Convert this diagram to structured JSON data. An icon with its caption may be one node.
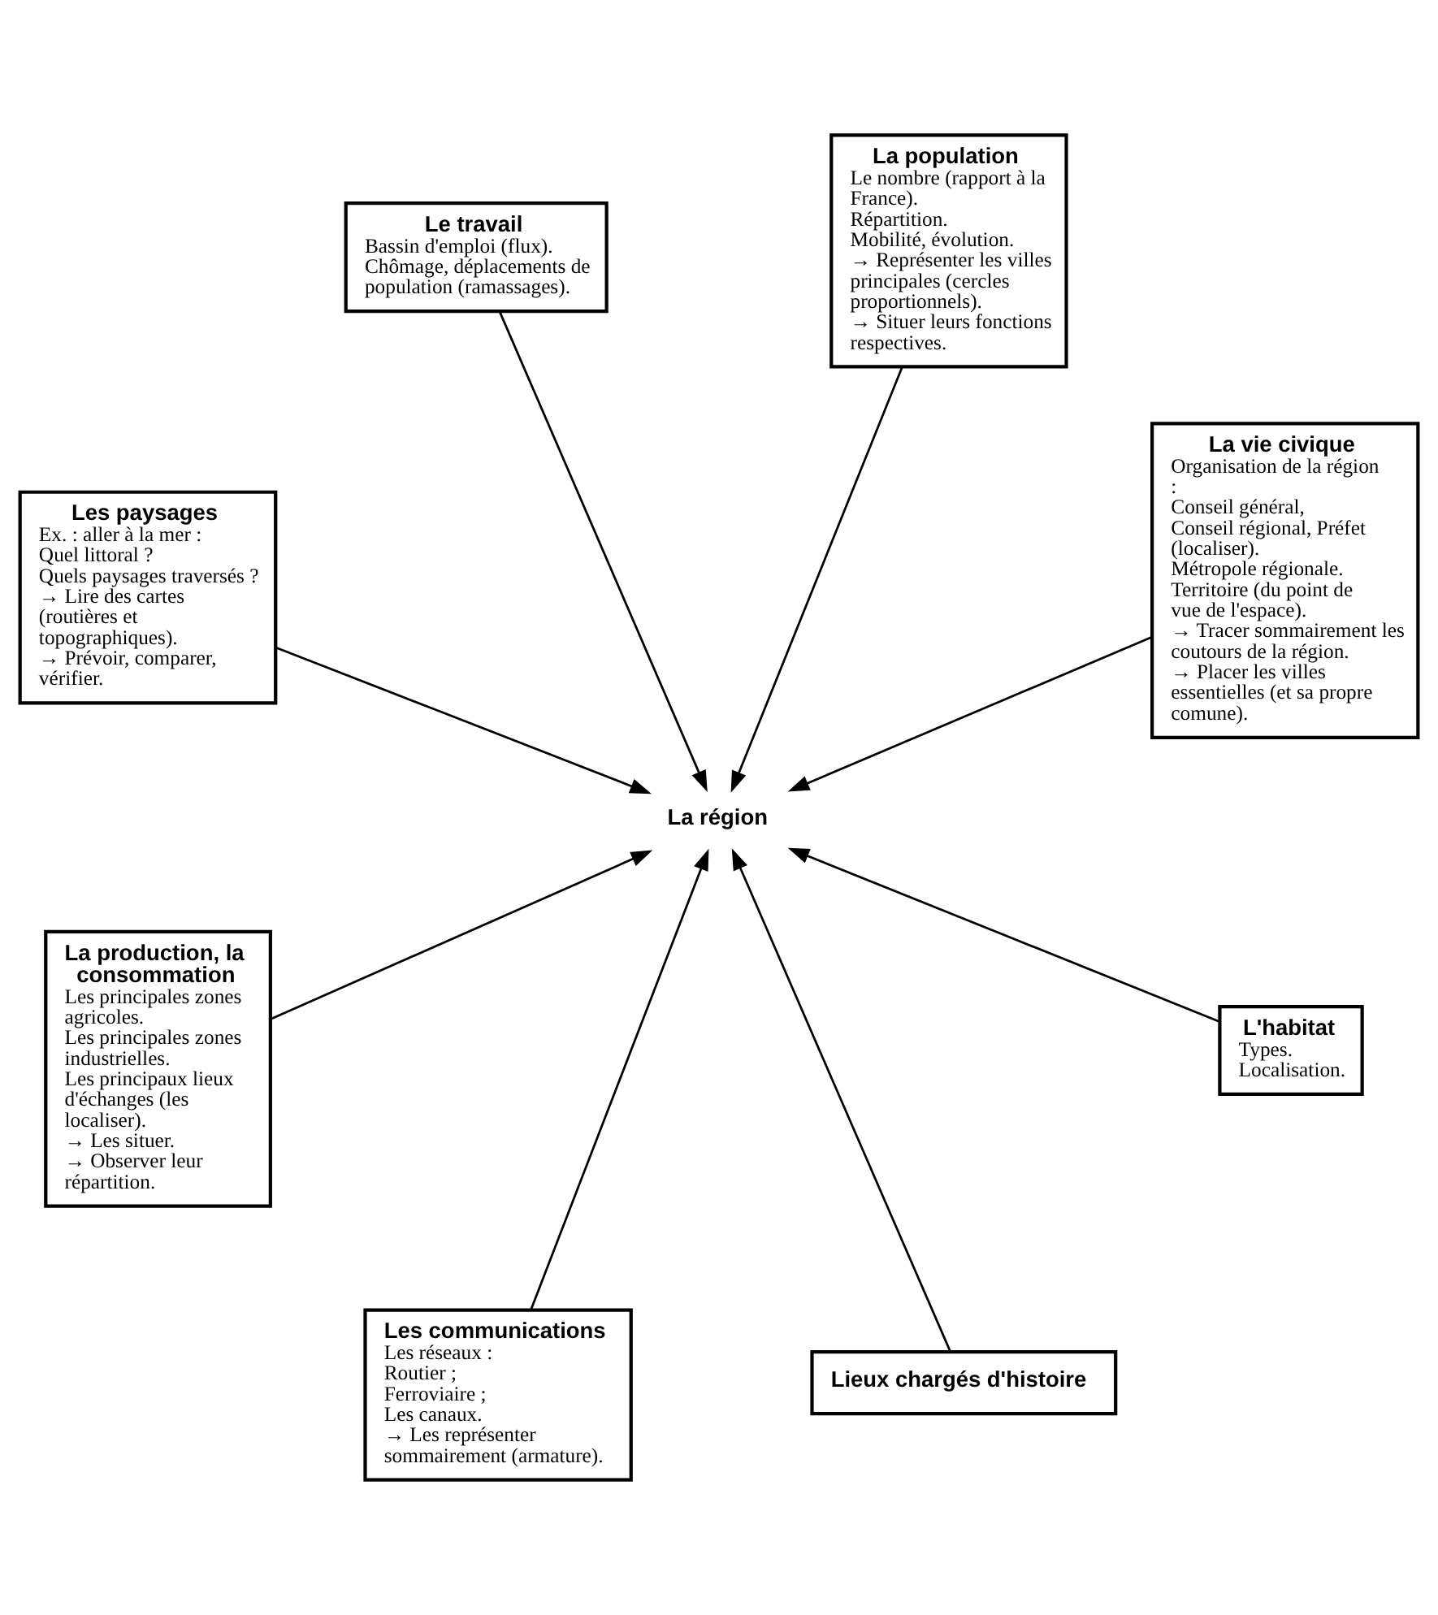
{
  "diagram": {
    "nodes": [
      {
        "text": [
          "Les paysages",
          "Ex. : aller à la mer :",
          "Quel littoral ?",
          "Quels paysages traversés ?",
          "→ Lire des cartes (routières et topographiques).",
          "→ Prévoir, comparer, vérifier."
        ]
      },
      {
        "text": [
          "La vie civique",
          "Organisation de la région :",
          "Conseil général,",
          "Conseil régional, Préfet (localiser).",
          "Métropole régionale.",
          "Territoire (du point de vue de l'espace).",
          "→ Tracer sommairement les coutours de la région.",
          "→ Placer les villes essentielles (et sa propre comune)."
        ]
      },
      {
        "text": [
          "Les communications",
          "Les réseaux :",
          "Routier ;",
          "Ferroviaire ;",
          "Les canaux.",
          "→ Les représenter sommairement (armature)."
        ]
      },
      {
        "text": [
          "Le travail",
          "Bassin d'emploi (flux).",
          "Chômage, déplacements de population (ramassages)."
        ]
      },
      {
        "text": [
          "La population",
          "Le nombre (rapport à la France).",
          "Répartition.",
          "Mobilité, évolution.",
          "→ Représenter les villes principales (cercles proportionnels).",
          "→ Situer leurs fonctions respectives."
        ]
      },
      {
        "text": [
          "La région"
        ]
      },
      {
        "text": [
          "La production, la consommation",
          "Les principales zones agricoles.",
          "Les principales zones industrielles.",
          "Les principaux lieux d'échanges (les localiser).",
          "→ Les situer.",
          "→ Observer leur répartition."
        ]
      },
      {
        "text": [
          "L'habitat",
          "Types.",
          "Localisation."
        ]
      },
      {
        "text": [
          "Lieux chargés d'histoire"
        ]
      }
    ],
    "edges": [
      {
        "from": 0,
        "to": 5,
        "arrow": "to"
      },
      {
        "from": 1,
        "to": 5,
        "arrow": "to"
      },
      {
        "from": 2,
        "to": 5,
        "arrow": "to"
      },
      {
        "from": 3,
        "to": 5,
        "arrow": "to"
      },
      {
        "from": 4,
        "to": 5,
        "arrow": "to"
      },
      {
        "from": 6,
        "to": 5,
        "arrow": "to"
      },
      {
        "from": 7,
        "to": 5,
        "arrow": "to"
      },
      {
        "from": 8,
        "to": 5,
        "arrow": "to"
      }
    ]
  }
}
